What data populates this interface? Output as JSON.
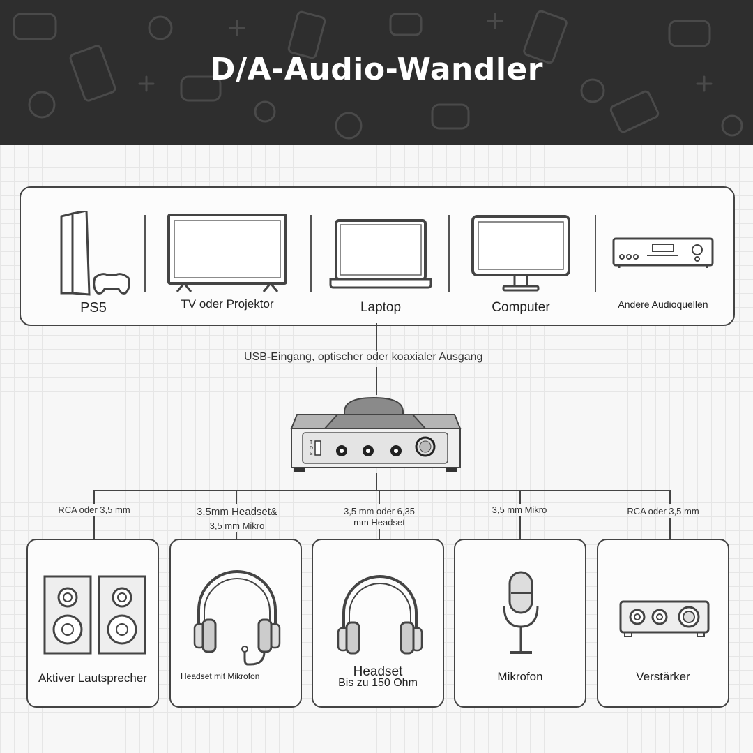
{
  "header": {
    "title": "D/A-Audio-Wandler"
  },
  "sources": {
    "ps5": "PS5",
    "tv": "TV oder Projektor",
    "laptop": "Laptop",
    "computer": "Computer",
    "other": "Andere Audioquellen"
  },
  "connection": {
    "input_caption": "USB-Eingang, optischer oder koaxialer Ausgang"
  },
  "device": {
    "switch_labels": [
      "T",
      "D",
      "S"
    ]
  },
  "outputs": {
    "speaker": {
      "port": "RCA oder 3,5 mm",
      "label": "Aktiver Lautsprecher"
    },
    "headset_mic": {
      "port_line1": "3.5mm Headset&",
      "port_line2": "3,5 mm Mikro",
      "label": "Headset mit Mikrofon"
    },
    "headset": {
      "port_line1": "3,5 mm oder 6,35",
      "port_line2": "mm Headset",
      "label": "Headset",
      "sublabel": "Bis zu 150 Ohm"
    },
    "mic": {
      "port": "3,5 mm Mikro",
      "label": "Mikrofon"
    },
    "amp": {
      "port": "RCA oder 3,5 mm",
      "label": "Verstärker"
    }
  },
  "colors": {
    "banner": "#2e2e2e",
    "stroke": "#444444",
    "background": "#f7f7f7"
  }
}
